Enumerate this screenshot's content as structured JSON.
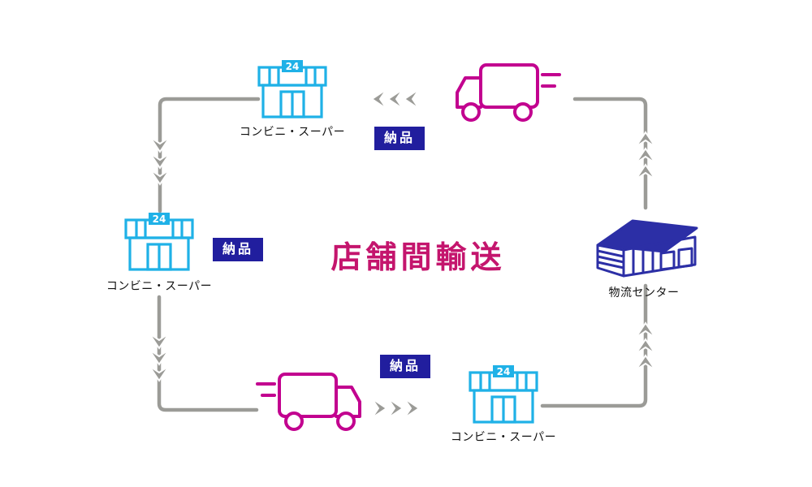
{
  "title": {
    "text": "店舗間輸送"
  },
  "nodes": {
    "store_top": {
      "label": "コンビニ・スーパー",
      "sign": "24",
      "icon": "convenience-store-icon"
    },
    "store_left": {
      "label": "コンビニ・スーパー",
      "sign": "24",
      "icon": "convenience-store-icon"
    },
    "store_bottom": {
      "label": "コンビニ・スーパー",
      "sign": "24",
      "icon": "convenience-store-icon"
    },
    "warehouse": {
      "label": "物流センター",
      "icon": "warehouse-icon"
    },
    "truck_top": {
      "icon": "delivery-truck-icon",
      "direction": "left"
    },
    "truck_bottom": {
      "icon": "delivery-truck-icon",
      "direction": "right"
    }
  },
  "badges": {
    "top": {
      "text": "納品"
    },
    "left": {
      "text": "納品"
    },
    "bottom": {
      "text": "納品"
    }
  },
  "arrows": [
    {
      "name": "truck-to-store-top",
      "direction": "left"
    },
    {
      "name": "store-top-to-store-left",
      "direction": "down"
    },
    {
      "name": "store-left-to-corner",
      "direction": "down"
    },
    {
      "name": "truck-to-store-bottom",
      "direction": "right"
    },
    {
      "name": "store-bottom-to-warehouse",
      "direction": "up"
    },
    {
      "name": "warehouse-to-truck-top",
      "direction": "up"
    }
  ],
  "colors": {
    "store_cyan": "#1fb1e7",
    "truck_magenta": "#c2008f",
    "warehouse_navy": "#2c2fa6",
    "badge_navy": "#211e9e",
    "badge_text": "#ffffff",
    "line_gray": "#9b9b97",
    "title_magenta": "#c4156d",
    "label_text": "#111111"
  }
}
